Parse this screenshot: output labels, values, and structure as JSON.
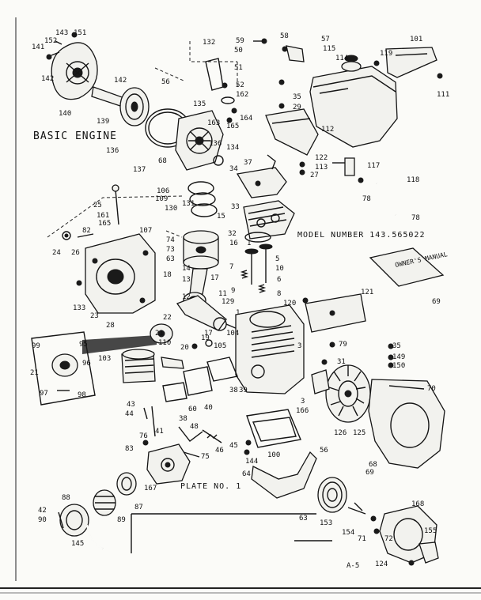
{
  "diagram": {
    "title": "BASIC ENGINE",
    "plate": "PLATE NO. 1",
    "model": "MODEL NUMBER 143.565022",
    "page_ref": "A-5",
    "part_labels": [
      "143",
      "151",
      "152",
      "141",
      "142",
      "142",
      "140",
      "139",
      "135",
      "136",
      "162",
      "163",
      "165",
      "164",
      "136",
      "134",
      "137",
      "132",
      "59",
      "58",
      "57",
      "101",
      "115",
      "114",
      "119",
      "56",
      "50",
      "51",
      "52",
      "35",
      "29",
      "111",
      "112",
      "122",
      "113",
      "27",
      "117",
      "118",
      "78",
      "78",
      "68",
      "37",
      "34",
      "33",
      "25",
      "161",
      "165",
      "82",
      "24",
      "26",
      "106",
      "109",
      "130",
      "131",
      "15",
      "107",
      "74",
      "73",
      "63",
      "32",
      "1",
      "14",
      "16",
      "13",
      "18",
      "17",
      "7",
      "5",
      "10",
      "6",
      "8",
      "9",
      "120",
      "121",
      "12",
      "11",
      "129",
      "22",
      "104",
      "1",
      "21",
      "110",
      "17",
      "19",
      "20",
      "105",
      "79",
      "3",
      "31",
      "35",
      "149",
      "150",
      "99",
      "95",
      "96",
      "21",
      "103",
      "97",
      "98",
      "39",
      "40",
      "3",
      "38",
      "166",
      "70",
      "43",
      "44",
      "41",
      "38",
      "60",
      "48",
      "76",
      "46",
      "45",
      "100",
      "144",
      "126",
      "125",
      "56",
      "68",
      "69",
      "83",
      "167",
      "75",
      "64",
      "88",
      "87",
      "89",
      "42",
      "90",
      "145",
      "63",
      "153",
      "154",
      "71",
      "72",
      "168",
      "155",
      "124",
      "133",
      "23",
      "28",
      "69"
    ]
  }
}
